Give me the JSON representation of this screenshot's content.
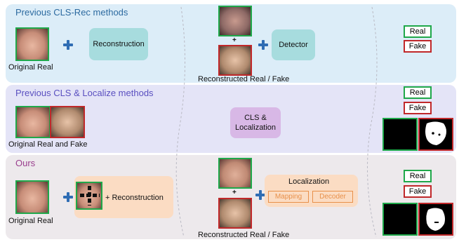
{
  "rows": {
    "row1": {
      "title": "Previous CLS-Rec methods",
      "original_caption": "Original Real",
      "reconstruction_label": "Reconstruction",
      "detector_label": "Detector",
      "reconstructed_caption": "Reconstructed Real / Fake",
      "small_plus": "+",
      "real_label": "Real",
      "fake_label": "Fake"
    },
    "row2": {
      "title": "Previous CLS & Localize methods",
      "original_caption": "Original Real and Fake",
      "cls_label": "CLS &\nLocalization",
      "real_label": "Real",
      "fake_label": "Fake"
    },
    "row3": {
      "title": "Ours",
      "original_caption": "Original Real",
      "plus_reconstruction": "+ Reconstruction",
      "localization_label": "Localization",
      "mapping_label": "Mapping",
      "decoder_label": "Decoder",
      "reconstructed_caption": "Reconstructed Real / Fake",
      "small_plus": "+",
      "real_label": "Real",
      "fake_label": "Fake"
    }
  },
  "colors": {
    "row1_bg": "#dcedf8",
    "row2_bg": "#e4e4f7",
    "row3_bg": "#ede9ec",
    "row1_title": "#2c6aa0",
    "row2_title": "#5a4fc0",
    "row3_title": "#9a3e8e",
    "real_border": "#1fa84a",
    "fake_border": "#c0282a",
    "reconstruction_box": "#a7dcde",
    "cls_box": "#d8b8e6",
    "ours_box": "#fbdcc3",
    "sub_box_text": "#e8904a"
  }
}
